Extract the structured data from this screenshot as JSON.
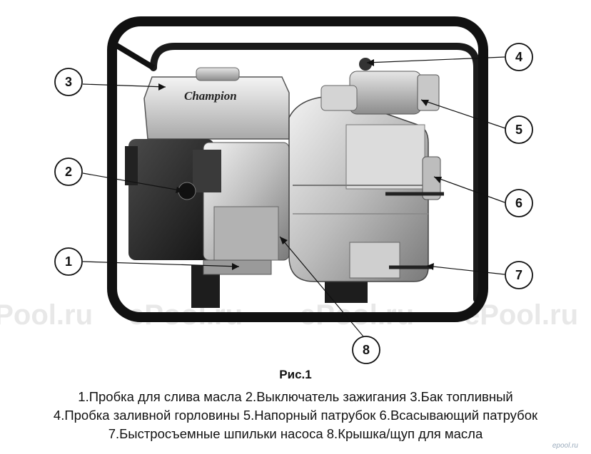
{
  "figure": {
    "brand_on_tank": "Champion",
    "watermark": "ePool.ru",
    "callouts": [
      {
        "num": "1",
        "label_key": "1"
      },
      {
        "num": "2",
        "label_key": "2"
      },
      {
        "num": "3",
        "label_key": "3"
      },
      {
        "num": "4",
        "label_key": "4"
      },
      {
        "num": "5",
        "label_key": "5"
      },
      {
        "num": "6",
        "label_key": "6"
      },
      {
        "num": "7",
        "label_key": "7"
      },
      {
        "num": "8",
        "label_key": "8"
      }
    ]
  },
  "caption": {
    "title": "Рис.1",
    "lines": [
      "1.Пробка для слива масла 2.Выключатель зажигания 3.Бак топливный",
      "4.Пробка заливной горловины 5.Напорный патрубок 6.Всасывающий патрубок",
      "7.Быстросъемные шпильки насоса 8.Крышка/щуп для масла"
    ],
    "corner_logo": "epool.ru"
  }
}
